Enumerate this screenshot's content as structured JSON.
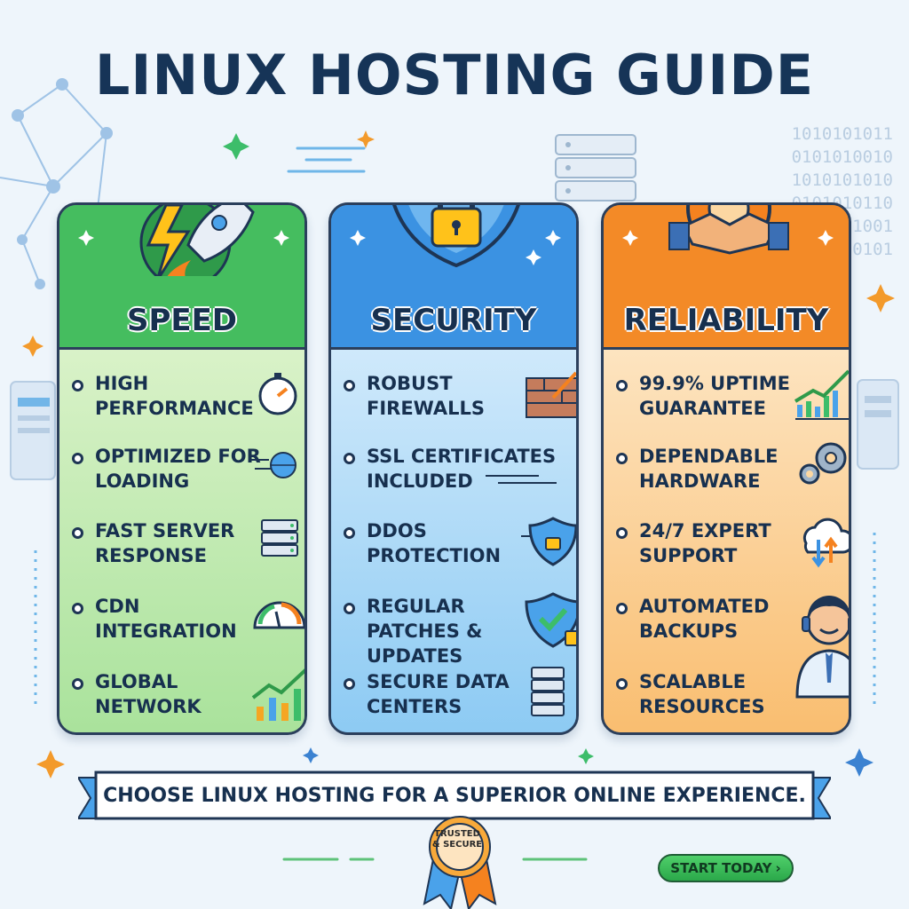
{
  "title": "LINUX HOSTING GUIDE",
  "binary_lines": [
    "1010101011",
    "0101010010",
    "1010101010",
    "0101010110",
    "1010101001",
    "0101010101"
  ],
  "columns": [
    {
      "key": "speed",
      "title": "SPEED",
      "header_icon": "rocket-bolt-icon",
      "items": [
        {
          "text": "HIGH PERFORMANCE",
          "icon": "stopwatch-icon"
        },
        {
          "text": "OPTIMIZED FOR LOADING",
          "icon": "globe-speed-icon"
        },
        {
          "text": "FAST SERVER RESPONSE",
          "icon": "server-stack-icon"
        },
        {
          "text": "CDN INTEGRATION",
          "icon": "speedometer-icon"
        },
        {
          "text": "GLOBAL NETWORK",
          "icon": "growth-chart-icon"
        }
      ]
    },
    {
      "key": "security",
      "title": "SECURITY",
      "header_icon": "shield-lock-icon",
      "items": [
        {
          "text": "ROBUST FIREWALLS",
          "icon": "firewall-icon"
        },
        {
          "text": "SSL CERTIFICATES INCLUDED",
          "icon": "ssl-lines-icon"
        },
        {
          "text": "DDoS PROTECTION",
          "icon": "shield-lock-circuit-icon"
        },
        {
          "text": "REGULAR PATCHES & UPDATES",
          "icon": "shield-check-icon"
        },
        {
          "text": "SECURE DATA CENTERS",
          "icon": "server-rack-icon"
        }
      ]
    },
    {
      "key": "reliability",
      "title": "RELIABILITY",
      "header_icon": "handshake-gear-icon",
      "items": [
        {
          "text": "99.9% UPTIME GUARANTEE",
          "icon": "uptime-chart-icon"
        },
        {
          "text": "DEPENDABLE HARDWARE",
          "icon": "gears-icon"
        },
        {
          "text": "24/7 EXPERT SUPPORT",
          "icon": "cloud-sync-icon"
        },
        {
          "text": "AUTOMATED BACKUPS",
          "icon": "support-agent-icon"
        },
        {
          "text": "SCALABLE RESOURCES",
          "icon": "none"
        }
      ]
    }
  ],
  "banner": "CHOOSE LINUX HOSTING FOR A SUPERIOR ONLINE EXPERIENCE.",
  "badge": {
    "line1": "TRUSTED",
    "line2": "& SECURE"
  },
  "cta": {
    "label": "START TODAY",
    "chevron": "›"
  },
  "colors": {
    "title": "#163457",
    "speed": "#45bd5f",
    "security": "#3b92e2",
    "reliability": "#f38a27",
    "outline": "#2b3f5c",
    "cta": "#2ba84a"
  }
}
